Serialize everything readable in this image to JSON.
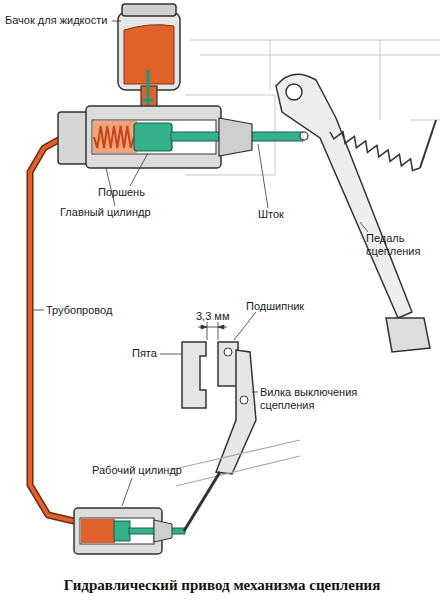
{
  "diagram": {
    "caption": "Гидравлический привод механизма сцепления",
    "labels": [
      "Бачок для жидкости",
      "Поршень",
      "Главный цилиндр",
      "Шток",
      "Педаль сцепления",
      "Трубопровод",
      "3,3 мм",
      "Подшипник",
      "Пята",
      "Вилка выключения сцепления",
      "Рабочий цилиндр"
    ]
  }
}
